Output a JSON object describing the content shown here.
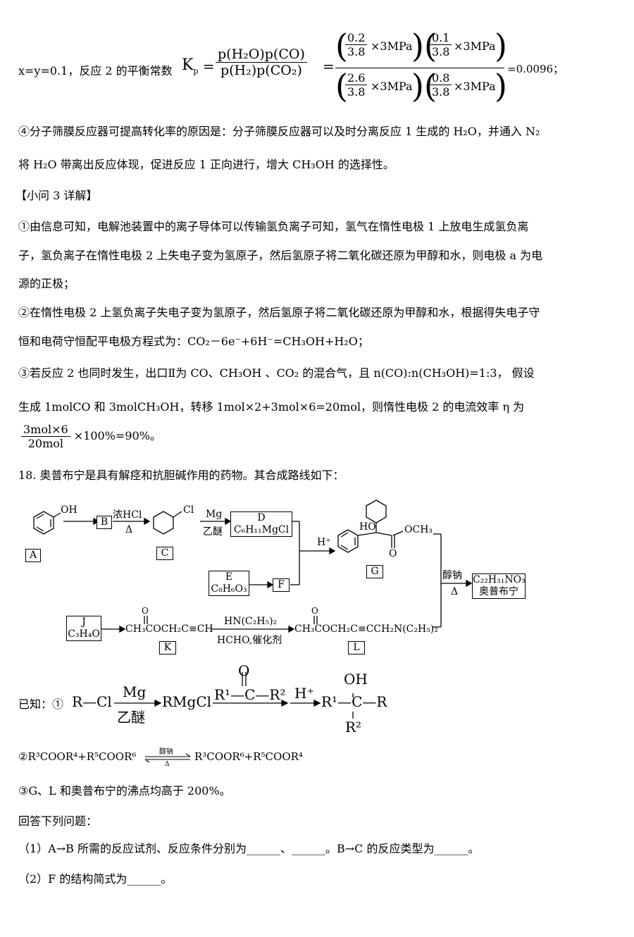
{
  "sec_top": {
    "eq_prefix": "x=y=0.1，反应 2 的平衡常数",
    "kp": "K",
    "kp_sub": "p",
    "num_expr": "p(H₂O)p(CO)",
    "den_expr": "p(H₂)p(CO₂)",
    "f1n": "0.2",
    "f1d": "3.8",
    "f2n": "0.1",
    "f2d": "3.8",
    "f3n": "2.6",
    "f3d": "3.8",
    "f4n": "0.8",
    "f4d": "3.8",
    "unit": "×3MPa",
    "result": "=0.0096；",
    "p4_l1": "④分子筛膜反应器可提高转化率的原因是：分子筛膜反应器可以及时分离反应 1 生成的 H₂O，并通入 N₂",
    "p4_l2": "将 H₂O 带离出反应体现，促进反应 1 正向进行，增大 CH₃OH 的选择性。"
  },
  "q3": {
    "heading": "【小问 3 详解】",
    "p1_l1": "①由信息可知，电解池装置中的离子导体可以传输氢负离子可知，氢气在惰性电极 1 上放电生成氢负离",
    "p1_l2": "子，氢负离子在惰性电极 2 上失电子变为氢原子，然后氢原子将二氧化碳还原为甲醇和水，则电极 a 为电",
    "p1_l3": "源的正极；",
    "p2_l1": "②在惰性电极 2 上氢负离子失电子变为氢原子，然后氢原子将二氧化碳还原为甲醇和水，根据得失电子守",
    "p2_l2": "恒和电荷守恒配平电极方程式为：CO₂－6e⁻+6H⁻=CH₃OH+H₂O；",
    "p3_l1": "③若反应 2 也同时发生，出口Ⅱ为 CO、CH₃OH 、CO₂ 的混合气，且 n(CO):n(CH₃OH)=1:3， 假设",
    "p3_l2": "生成 1molCO 和 3molCH₃OH，转移 1mol×2+3mol×6=20mol，则惰性电极 2 的电流效率 η 为",
    "eff_num": "3mol×6",
    "eff_den": "20mol",
    "eff_tail": "×100%=90%。"
  },
  "q18": {
    "intro": "18. 奥普布宁是具有解痉和抗胆碱作用的药物。其合成路线如下：",
    "scheme": {
      "A": "A",
      "B": "B",
      "C": "C",
      "F": "F",
      "G": "G",
      "K": "K",
      "L": "L",
      "D_name": "D",
      "D_formula": "C₆H₁₁MgCl",
      "E_name": "E",
      "E_formula": "C₈H₆O₃",
      "J_name": "J",
      "J_formula": "C₃H₄O",
      "prod_formula": "C₂₂H₃₁NO₃",
      "prod_name": "奥普布宁",
      "oh": "OH",
      "cl": "Cl",
      "ho": "HO",
      "och3": "OCH₃",
      "o": "O",
      "cond_hcl": "浓HCl",
      "cond_delta": "Δ",
      "cond_mg": "Mg",
      "cond_ether": "乙醚",
      "cond_h": "H⁺",
      "cond_na": "醇钠",
      "cond_na_delta": "Δ",
      "k_struct": "CH₃COCH₂C≡CH",
      "l_struct": "CH₃COCH₂C≡CCH₂N(C₂H₅)₂",
      "cond_amine": "HN(C₂H₅)₂",
      "cond_hcho": "HCHO,催化剂"
    },
    "known_label": "已知：①",
    "k1_rcl": "R—Cl",
    "k1_mg": "Mg",
    "k1_ether": "乙醚",
    "k1_rmgcl": "RMgCl",
    "k1_ketone": "R¹—C—R²",
    "k1_o": "O",
    "k1_h": "H⁺",
    "k1_prod": "R¹—C—R",
    "k1_oh": "OH",
    "k1_r2": "R²",
    "k2_left": "②R³COOR⁴+R⁵COOR⁶",
    "k2_cond": "醇钠",
    "k2_delta": "Δ",
    "k2_right": "R³COOR⁶+R⁵COOR⁴",
    "k3": "③G、L 和奥普布宁的沸点均高于 200%。",
    "ask": "回答下列问题：",
    "q1": "（1）A→B 所需的反应试剂、反应条件分别为______、______。B→C 的反应类型为______。",
    "q2": "（2）F 的结构简式为______。"
  }
}
